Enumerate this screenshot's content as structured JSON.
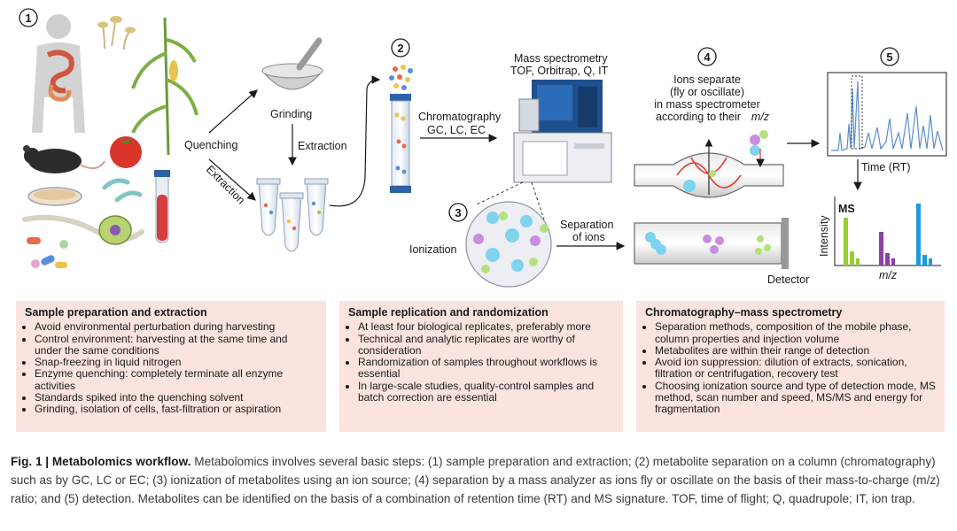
{
  "steps": {
    "s1": "1",
    "s2": "2",
    "s3": "3",
    "s4": "4",
    "s5": "5"
  },
  "labels": {
    "quenching": "Quenching",
    "grinding": "Grinding",
    "extraction_v": "Extraction",
    "extraction_diag": "Extraction",
    "chromatography": "Chromatography",
    "chromatography_types": "GC, LC, EC",
    "ms_title": "Mass spectrometry",
    "ms_types": "TOF, Orbitrap, Q, IT",
    "ions_sep_1": "Ions separate",
    "ions_sep_2": "(fly or oscillate)",
    "ions_sep_3": "in mass spectrometer",
    "ions_sep_4": "according to their",
    "ions_sep_mz": "m/z",
    "ionization": "Ionization",
    "separation_1": "Separation",
    "separation_2": "of ions",
    "detector": "Detector",
    "time_rt": "Time (RT)",
    "ms": "MS",
    "intensity": "Intensity",
    "mz": "m/z"
  },
  "boxes": [
    {
      "title": "Sample preparation and extraction",
      "items": [
        "Avoid environmental perturbation during harvesting",
        "Control environment: harvesting at the same time and under the same conditions",
        "Snap-freezing in liquid nitrogen",
        "Enzyme quenching: completely terminate all enzyme activities",
        "Standards spiked into the quenching solvent",
        "Grinding, isolation of cells, fast-filtration or aspiration"
      ]
    },
    {
      "title": "Sample replication and randomization",
      "items": [
        "At least four biological replicates, preferably more",
        "Technical and analytic replicates are worthy of consideration",
        "Randomization of samples throughout workflows is essential",
        "In large-scale studies, quality-control samples and batch correction are essential"
      ]
    },
    {
      "title": "Chromatography–mass spectrometry",
      "items": [
        "Separation methods, composition of the mobile phase, column properties and injection volume",
        "Metabolites are within their range of detection",
        "Avoid ion suppression: dilution of extracts, sonication, filtration or centrifugation, recovery test",
        "Choosing ionization source and type of detection mode, MS method, scan number and speed, MS/MS and energy for fragmentation"
      ]
    }
  ],
  "caption": {
    "lead": "Fig. 1 | Metabolomics workflow.",
    "text": " Metabolomics involves several basic steps: (1) sample preparation and extraction; (2) metabolite separation on a column (chromatography) such as by GC, LC or EC; (3) ionization of metabolites using an ion source; (4) separation by a mass analyzer as ions fly or oscillate on the basis of their mass-to-charge (m/z) ratio; and (5) detection. Metabolites can be identified on the basis of a combination of retention time (RT) and MS signature. TOF, time of flight; Q, quadrupole; IT, ion trap."
  },
  "colors": {
    "box_bg": "#fbe3df",
    "ms_green": "#9acd32",
    "ms_purple": "#8e3fa8",
    "ms_blue": "#1f9bd7",
    "chromatogram": "#5b8ec9"
  }
}
